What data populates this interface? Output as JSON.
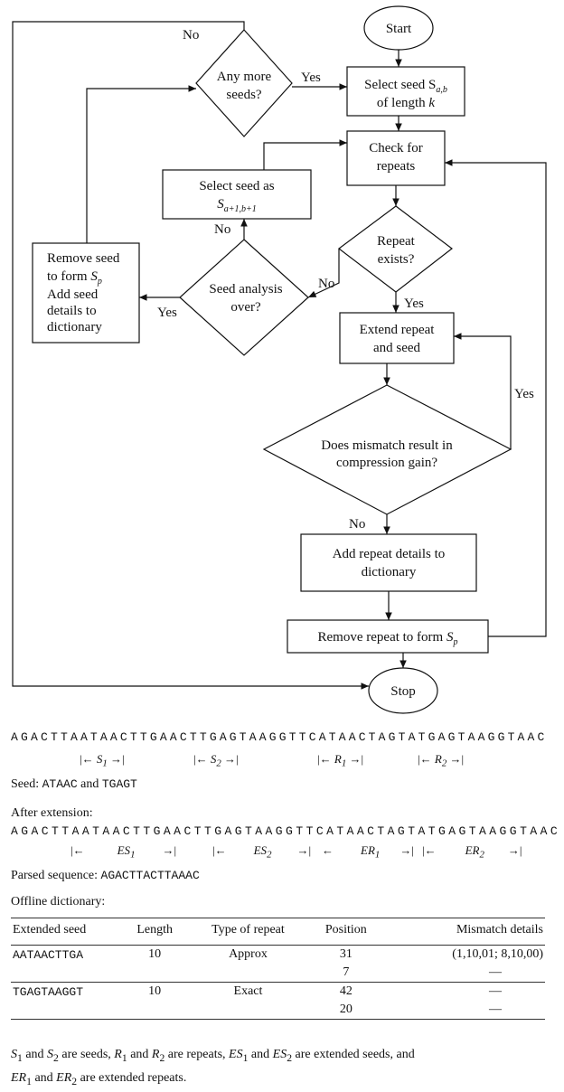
{
  "flow": {
    "start": "Start",
    "stop": "Stop",
    "select_seed_l1": "Select seed S",
    "select_seed_sub": "a,b",
    "select_seed_l2": "of length ",
    "select_seed_k": "k",
    "any_more_l1": "Any more",
    "any_more_l2": "seeds?",
    "check_l1": "Check for",
    "check_l2": "repeats",
    "select_next_l1": "Select seed as",
    "select_next_s": "S",
    "select_next_sub": "a+1,b+1",
    "repeat_exists_l1": "Repeat",
    "repeat_exists_l2": "exists?",
    "remove_seed_l1": "Remove seed",
    "remove_seed_l2": "to form ",
    "remove_seed_s": "S",
    "remove_seed_sub": "p",
    "remove_seed_l3": "Add seed",
    "remove_seed_l4": "details to",
    "remove_seed_l5": "dictionary",
    "seed_analysis_l1": "Seed analysis",
    "seed_analysis_l2": "over?",
    "extend_l1": "Extend repeat",
    "extend_l2": "and seed",
    "mismatch_l1": "Does mismatch result in",
    "mismatch_l2": "compression gain?",
    "add_repeat_l1": "Add repeat details to",
    "add_repeat_l2": "dictionary",
    "remove_repeat_l1": "Remove repeat to form ",
    "remove_repeat_s": "S",
    "remove_repeat_sub": "p",
    "yes": "Yes",
    "no": "No"
  },
  "example": {
    "sequence": "AGACTTAATAACTTGAACTTGAGTAAGGTTCATAACTAGTATGAGTAAGGTAAC",
    "markers1": [
      {
        "base": "S",
        "sub": "1"
      },
      {
        "base": "S",
        "sub": "2"
      },
      {
        "base": "R",
        "sub": "1"
      },
      {
        "base": "R",
        "sub": "2"
      }
    ],
    "seed_label": "Seed: ",
    "seed1": "ATAAC",
    "seed_and": " and ",
    "seed2": "TGAGT",
    "after_extension": "After extension:",
    "markers2": [
      {
        "base": "ES",
        "sub": "1"
      },
      {
        "base": "ES",
        "sub": "2"
      },
      {
        "base": "ER",
        "sub": "1"
      },
      {
        "base": "ER",
        "sub": "2"
      }
    ],
    "parsed_label": "Parsed sequence: ",
    "parsed_value": "AGACTTACTTAAAC",
    "offline_dictionary": "Offline dictionary:"
  },
  "table": {
    "headers": [
      "Extended seed",
      "Length",
      "Type of repeat",
      "Position",
      "Mismatch details"
    ],
    "rows": [
      {
        "seed": "AATAACTTGA",
        "length": "10",
        "type": "Approx",
        "position": "31",
        "mismatch": "(1,10,01; 8,10,00)"
      },
      {
        "seed": "",
        "length": "",
        "type": "",
        "position": "7",
        "mismatch": "—"
      },
      {
        "seed": "TGAGTAAGGT",
        "length": "10",
        "type": "Exact",
        "position": "42",
        "mismatch": "—"
      },
      {
        "seed": "",
        "length": "",
        "type": "",
        "position": "20",
        "mismatch": "—"
      }
    ]
  },
  "footnote": {
    "s1": "S",
    "s1_sub": "1",
    "and1": " and ",
    "s2": "S",
    "s2_sub": "2",
    "t1": " are seeds, ",
    "r1": "R",
    "r1_sub": "1",
    "and2": " and ",
    "r2": "R",
    "r2_sub": "2",
    "t2": " are repeats, ",
    "es1": "ES",
    "es1_sub": "1",
    "and3": " and ",
    "es2": "ES",
    "es2_sub": "2",
    "t3": " are extended seeds, and",
    "er1": "ER",
    "er1_sub": "1",
    "and4": " and ",
    "er2": "ER",
    "er2_sub": "2",
    "t4": " are extended repeats."
  }
}
